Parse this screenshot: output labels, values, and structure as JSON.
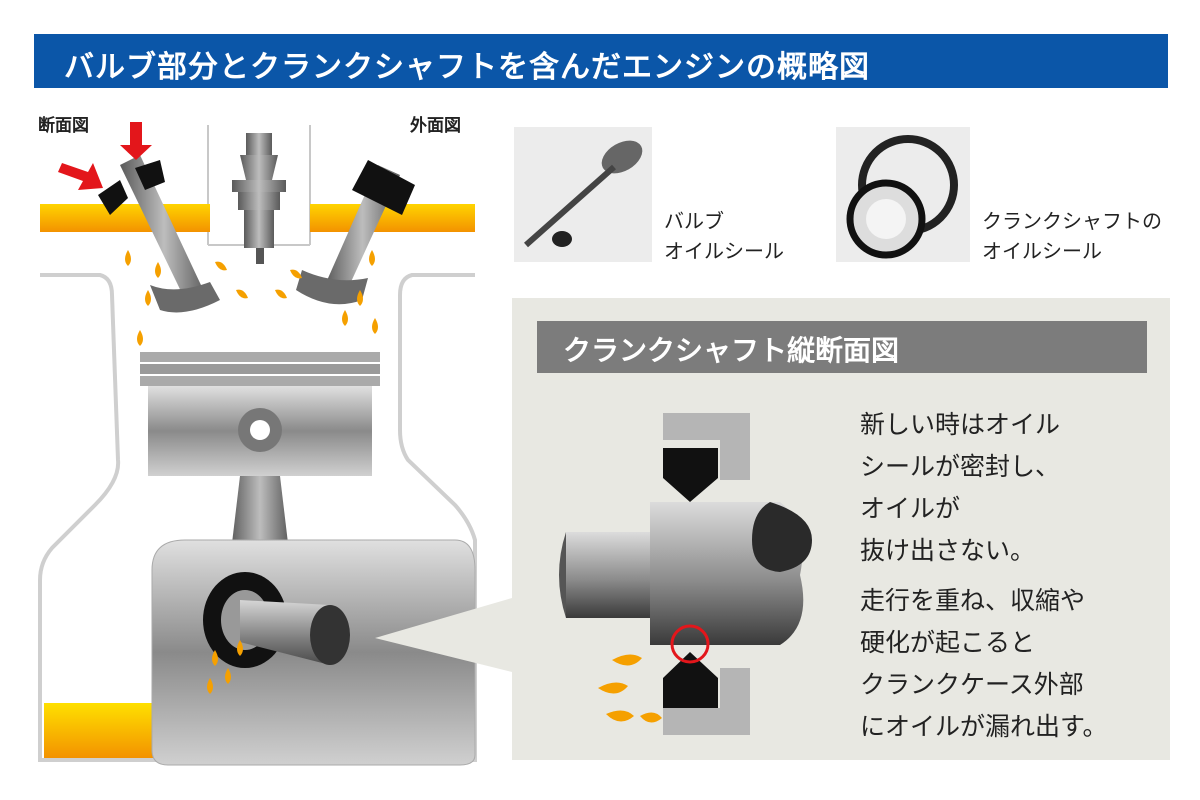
{
  "title": "バルブ部分とクランクシャフトを含んだエンジンの概略図",
  "labels": {
    "cross_section": "断面図",
    "exterior": "外面図"
  },
  "photos": {
    "valve_seal_caption": [
      "バルブ",
      "オイルシール"
    ],
    "crank_seal_caption": [
      "クランクシャフトの",
      "オイルシール"
    ]
  },
  "panel": {
    "title": "クランクシャフト縦断面図",
    "desc_new": [
      "新しい時はオイル",
      "シールが密封し、",
      "オイルが",
      "抜け出さない。"
    ],
    "desc_aged": [
      "走行を重ね、収縮や",
      "硬化が起こると",
      "クランクケース外部",
      "にオイルが漏れ出す。"
    ]
  },
  "colors": {
    "title_bar": "#0b56a8",
    "panel_bg": "#e8e8e2",
    "panel_title": "#7c7c7c",
    "oil": "#f5a000",
    "arrow": "#e3161b",
    "leak_circle": "#e3161b"
  }
}
